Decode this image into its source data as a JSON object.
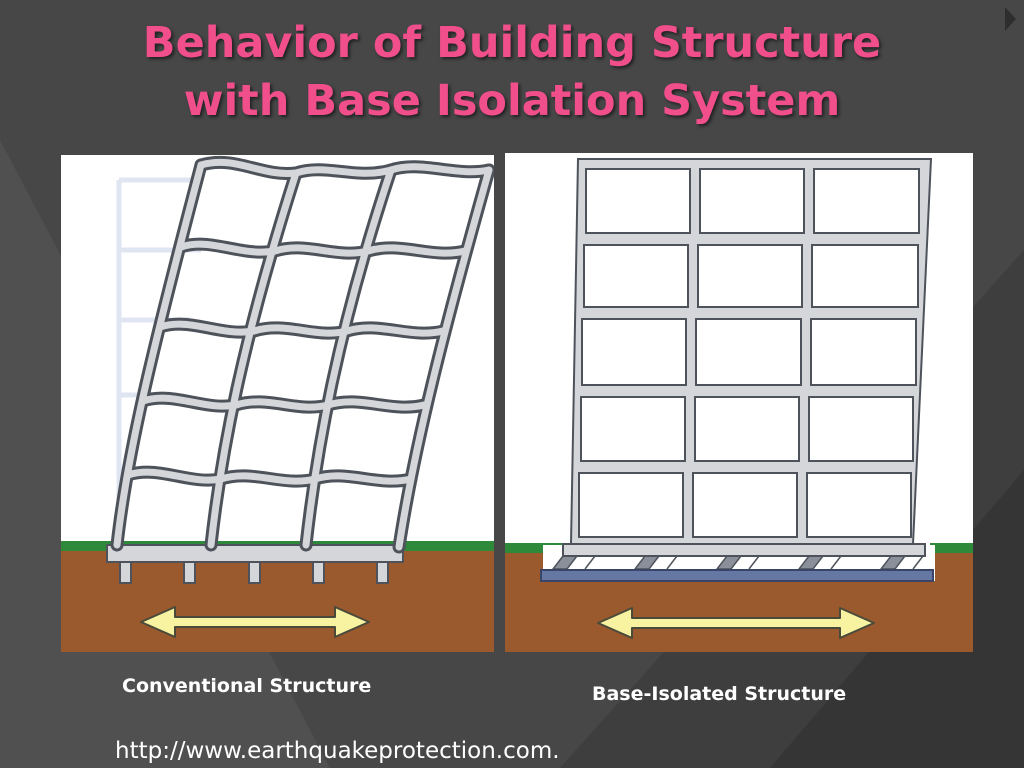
{
  "title": {
    "line1": "Behavior of Building Structure",
    "line2": "with Base Isolation System"
  },
  "diagrams": {
    "left": {
      "caption": "Conventional Structure"
    },
    "right": {
      "caption": "Base-Isolated Structure"
    }
  },
  "source_url": "http://www.earthquakeprotection.com.",
  "colors": {
    "title": "#f04f8c",
    "background": "#3d3d3d",
    "frame_fill": "#d4d6da",
    "frame_stroke": "#4e535b",
    "soil": "#9b5a2e",
    "grass": "#2e8a3a",
    "arrow_fill": "#f8f3a0",
    "isolator_plate": "#6577a3"
  }
}
